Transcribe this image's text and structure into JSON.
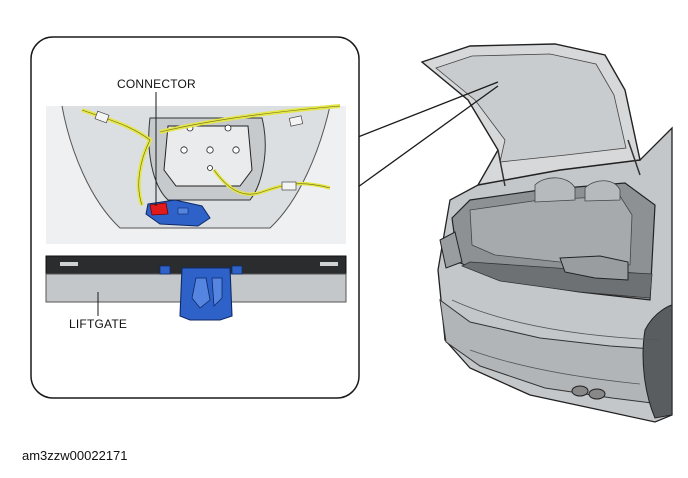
{
  "callouts": {
    "connector": "CONNECTOR",
    "liftgate": "LIFTGATE"
  },
  "figure_id": "am3zzw00022171",
  "colors": {
    "connector_part": "#2f62c9",
    "connector_highlight": "#e11b1b",
    "harness": "#e4e64a",
    "body_gray": "#b9bcbf",
    "line": "#1a1a1a"
  },
  "icons": [
    "hatchback-car-illustration",
    "detail-magnifier-callout"
  ]
}
